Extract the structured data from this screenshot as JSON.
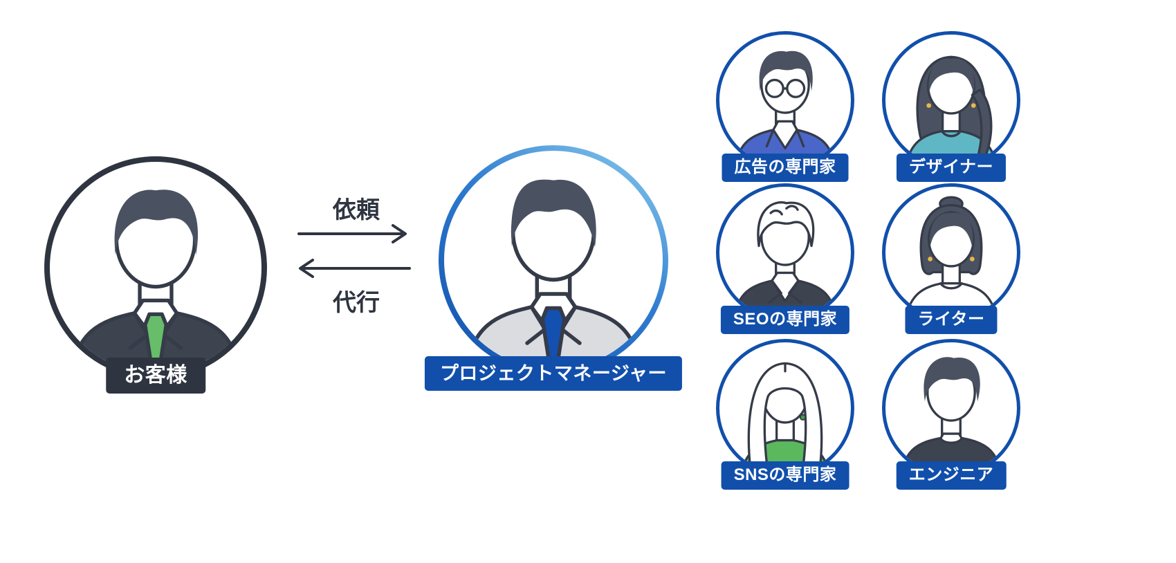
{
  "colors": {
    "ink": "#2e3440",
    "accent_blue": "#114fab",
    "ring_light": "#8fd0f0",
    "ring_mid": "#2e7bd0",
    "badge_text": "#ffffff",
    "tie_green": "#67bd6a",
    "tie_blue": "#1350b0",
    "designer_top_teal": "#5fb7c5",
    "sns_top_green": "#5cb85c"
  },
  "customer": {
    "label": "お客様"
  },
  "flow": {
    "request_label": "依頼",
    "delegate_label": "代行"
  },
  "manager": {
    "label": "プロジェクトマネージャー"
  },
  "specialists": [
    {
      "label": "広告の専門家"
    },
    {
      "label": "デザイナー"
    },
    {
      "label": "SEOの専門家"
    },
    {
      "label": "ライター"
    },
    {
      "label": "SNSの専門家"
    },
    {
      "label": "エンジニア"
    }
  ]
}
